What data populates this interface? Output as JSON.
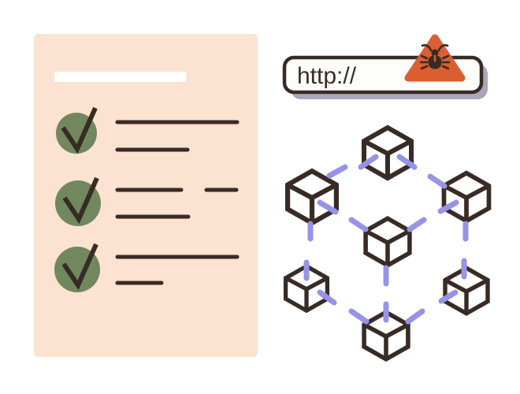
{
  "url_bar": {
    "text": "http://",
    "kind": "browser-address-bar"
  },
  "warning": {
    "icon": "bug-malware-icon",
    "shape": "rounded-warning-triangle"
  },
  "checklist": {
    "kind": "document-with-checked-items",
    "title_bar": "blank-white-title-placeholder",
    "items": [
      {
        "checked": true,
        "text_lines": 2
      },
      {
        "checked": true,
        "text_lines": 3
      },
      {
        "checked": true,
        "text_lines": 2
      }
    ]
  },
  "network": {
    "kind": "blockchain-cube-network",
    "nodes": 7,
    "node_shape": "isometric-cube",
    "link_segments": 18
  },
  "colors": {
    "background": "#ffffff",
    "paper_peach": "#fbe2d1",
    "check_green": "#71875d",
    "ink": "#382b26",
    "periwinkle": "#9793e6",
    "warning_orange": "#db5f30",
    "bar_shadow": "#aca4bb",
    "bar_fill": "#fdfdfa",
    "white": "#ffffff"
  }
}
